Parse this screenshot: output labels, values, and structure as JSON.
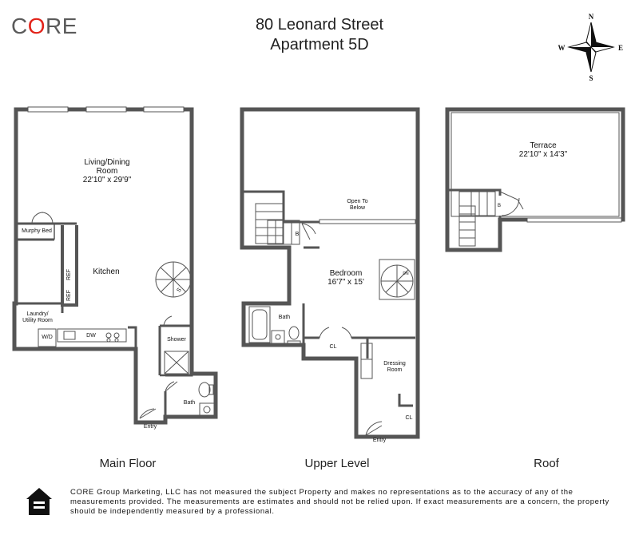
{
  "brand": {
    "logo_prefix": "C",
    "logo_o": "O",
    "logo_suffix": "RE"
  },
  "header": {
    "line1": "80 Leonard Street",
    "line2": "Apartment 5D"
  },
  "compass": {
    "n": "N",
    "s": "S",
    "e": "E",
    "w": "W"
  },
  "main_floor": {
    "caption": "Main Floor",
    "living_dining": {
      "name_line1": "Living/Dining",
      "name_line2": "Room",
      "size": "22'10\" x 29'9\""
    },
    "murphy_bed": "Murphy Bed",
    "kitchen": "Kitchen",
    "ref1": "REF",
    "ref2": "REF",
    "laundry_line1": "Laundry/",
    "laundry_line2": "Utility Room",
    "wd": "W/D",
    "dw": "DW",
    "shower": "Shower",
    "bath": "Bath",
    "entry": "Entry",
    "stair_mark": "S"
  },
  "upper_level": {
    "caption": "Upper Level",
    "open_to_below_line1": "Open To",
    "open_to_below_line2": "Below",
    "bedroom": {
      "name": "Bedroom",
      "size": "16'7\" x 15'"
    },
    "bath": "Bath",
    "cl1": "CL",
    "dressing_line1": "Dressing",
    "dressing_line2": "Room",
    "cl2": "CL",
    "entry": "Entry",
    "stair_mark_up": "B",
    "stair_mark_dn": "DN"
  },
  "roof": {
    "caption": "Roof",
    "terrace": {
      "name": "Terrace",
      "size": "22'10\" x 14'3\""
    },
    "stair_mark": "B"
  },
  "disclaimer": "CORE Group Marketing, LLC has not measured the subject Property and makes no representations as to the accuracy of any of the measurements provided. The measurements are estimates and should not be relied upon. If exact measurements are a concern, the property should be independently measured by a professional.",
  "equal_housing_icon": "equal-housing-icon"
}
